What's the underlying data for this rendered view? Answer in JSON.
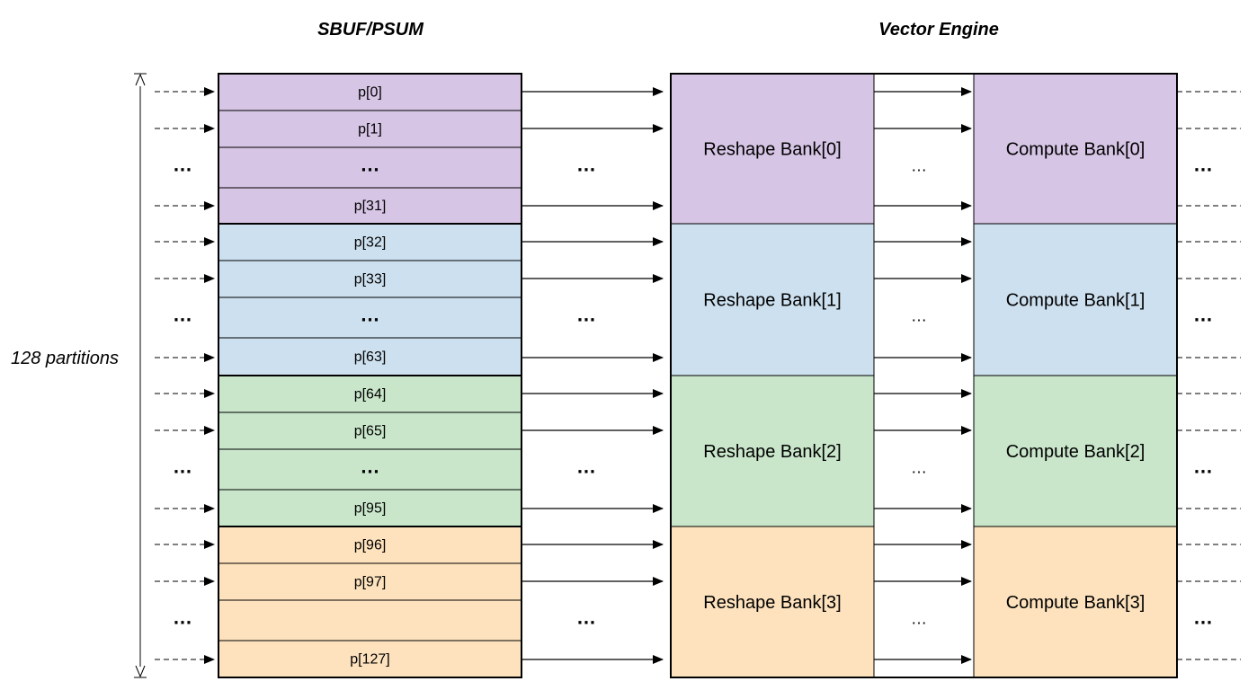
{
  "titles": {
    "sbuf": "SBUF/PSUM",
    "vector": "Vector Engine"
  },
  "side_label": "128 partitions",
  "colors": {
    "purple": "#d6c5e5",
    "blue": "#cde0ef",
    "green": "#c9e6cb",
    "orange": "#fde2bd",
    "line": "#000000"
  },
  "ellipsis": "…",
  "groups": [
    {
      "color": "purple",
      "partitions": [
        "p[0]",
        "p[1]",
        "…",
        "p[31]"
      ],
      "reshape": "Reshape Bank[0]",
      "compute": "Compute Bank[0]"
    },
    {
      "color": "blue",
      "partitions": [
        "p[32]",
        "p[33]",
        "…",
        "p[63]"
      ],
      "reshape": "Reshape Bank[1]",
      "compute": "Compute Bank[1]"
    },
    {
      "color": "green",
      "partitions": [
        "p[64]",
        "p[65]",
        "…",
        "p[95]"
      ],
      "reshape": "Reshape Bank[2]",
      "compute": "Compute Bank[2]"
    },
    {
      "color": "orange",
      "partitions": [
        "p[96]",
        "p[97]",
        "",
        "p[127]"
      ],
      "reshape": "Reshape Bank[3]",
      "compute": "Compute Bank[3]"
    }
  ]
}
